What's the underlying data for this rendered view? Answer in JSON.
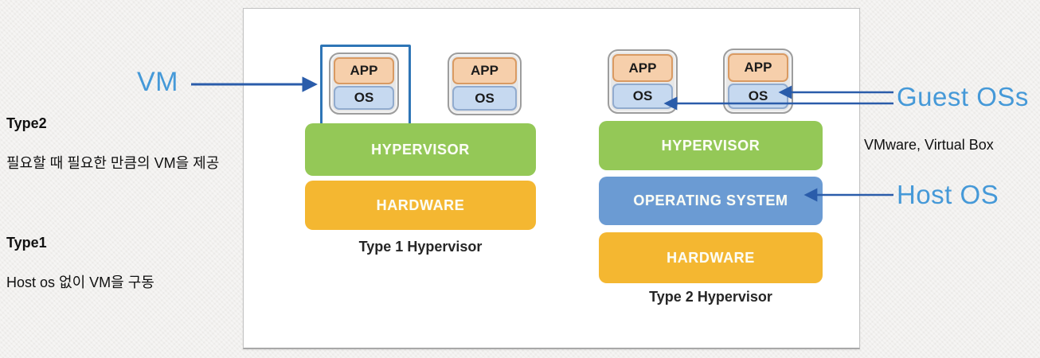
{
  "annotations": {
    "vm_label": "VM",
    "type2_title": "Type2",
    "type2_desc": "필요할 때 필요한 만큼의 VM을 제공",
    "type1_title": "Type1",
    "type1_desc": "Host os 없이 VM을 구동",
    "guest_os_label": "Guest OSs",
    "products_note": "VMware, Virtual Box",
    "host_os_label": "Host OS"
  },
  "diagram": {
    "type1": {
      "caption": "Type 1 Hypervisor",
      "vm1": {
        "app": "APP",
        "os": "OS"
      },
      "vm2": {
        "app": "APP",
        "os": "OS"
      },
      "layers": {
        "hypervisor": "HYPERVISOR",
        "hardware": "HARDWARE"
      }
    },
    "type2": {
      "caption": "Type 2 Hypervisor",
      "vm1": {
        "app": "APP",
        "os": "OS"
      },
      "vm2": {
        "app": "APP",
        "os": "OS"
      },
      "layers": {
        "hypervisor": "HYPERVISOR",
        "operating_system": "OPERATING SYSTEM",
        "hardware": "HARDWARE"
      }
    }
  },
  "colors": {
    "hypervisor_green": "#94c857",
    "hardware_yellow": "#f4b731",
    "operating_system_blue": "#6b9bd3",
    "app_fill": "#f6cfab",
    "os_fill": "#c6d9f0",
    "annotation_blue": "#4599d8",
    "arrow_blue": "#2a5caa",
    "vm_highlight_blue": "#2e75b6"
  }
}
